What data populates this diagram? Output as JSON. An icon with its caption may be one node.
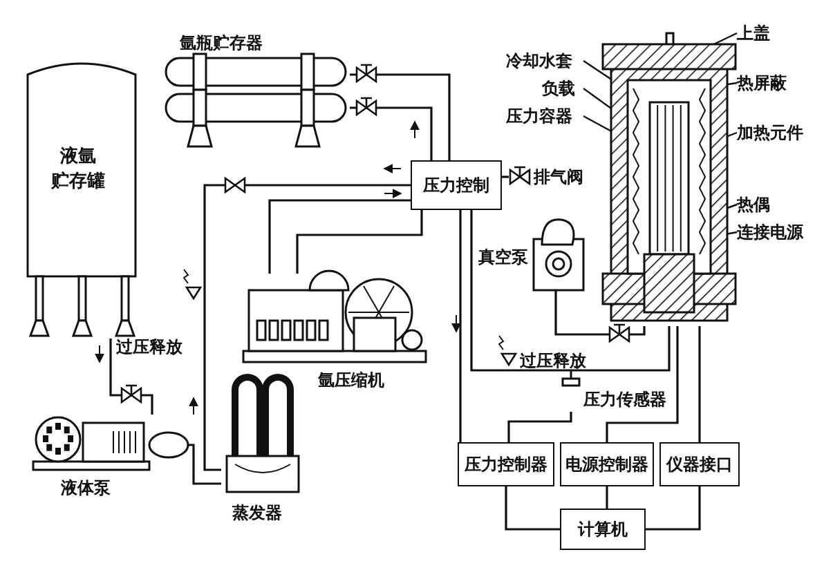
{
  "diagram": {
    "nodes": [
      {
        "text": [
          "液氩贮存罐"
        ]
      },
      {
        "text": [
          "氩瓶贮存器"
        ]
      },
      {
        "text": [
          "压力控制"
        ]
      },
      {
        "text": [
          "排气阀"
        ]
      },
      {
        "text": [
          "氩压缩机"
        ]
      },
      {
        "text": [
          "过压释放"
        ]
      },
      {
        "text": [
          "液体泵"
        ]
      },
      {
        "text": [
          "蒸发器"
        ]
      },
      {
        "text": [],
        "shape": "picture"
      },
      {
        "text": [
          "真空泵"
        ]
      },
      {
        "text": [
          "过压释放"
        ]
      },
      {
        "text": [
          "压力传感器"
        ]
      },
      {
        "text": [
          "压力控制器"
        ]
      },
      {
        "text": [
          "电源控制器"
        ]
      },
      {
        "text": [
          "仪器接口"
        ]
      },
      {
        "text": [
          "计算机"
        ]
      },
      {
        "text": [
          "上盖"
        ]
      },
      {
        "text": [
          "冷却水套"
        ]
      },
      {
        "text": [
          "热屏蔽"
        ]
      },
      {
        "text": [
          "负载"
        ]
      },
      {
        "text": [
          "压力容器"
        ]
      },
      {
        "text": [
          "加热元件"
        ]
      },
      {
        "text": [
          "热偶"
        ]
      },
      {
        "text": [
          "连接电源"
        ]
      }
    ],
    "edges": [
      {
        "from": 0,
        "to": 6,
        "arrow": "none"
      },
      {
        "from": 6,
        "to": 7,
        "arrow": "none"
      },
      {
        "from": 7,
        "to": 2,
        "arrow": "none"
      },
      {
        "from": 1,
        "to": 2,
        "arrow": "none"
      },
      {
        "from": 1,
        "to": 2,
        "arrow": "none"
      },
      {
        "from": 2,
        "to": 3,
        "arrow": "none"
      },
      {
        "from": 4,
        "to": 2,
        "arrow": "none"
      },
      {
        "from": 4,
        "to": 2,
        "arrow": "none"
      },
      {
        "from": 2,
        "to": 12,
        "arrow": "none"
      },
      {
        "from": 2,
        "to": 8,
        "arrow": "none"
      },
      {
        "from": 9,
        "to": 8,
        "arrow": "none"
      },
      {
        "from": 11,
        "to": 12,
        "arrow": "none"
      },
      {
        "from": 8,
        "to": 13,
        "arrow": "none"
      },
      {
        "from": 8,
        "to": 14,
        "arrow": "none"
      },
      {
        "from": 12,
        "to": 15,
        "arrow": "none"
      },
      {
        "from": 13,
        "to": 15,
        "arrow": "none"
      },
      {
        "from": 14,
        "to": 15,
        "arrow": "none"
      },
      {
        "from": 16,
        "to": 8,
        "arrow": "none"
      },
      {
        "from": 17,
        "to": 8,
        "arrow": "none"
      },
      {
        "from": 18,
        "to": 8,
        "arrow": "none"
      },
      {
        "from": 19,
        "to": 8,
        "arrow": "none"
      },
      {
        "from": 20,
        "to": 8,
        "arrow": "none"
      },
      {
        "from": 21,
        "to": 8,
        "arrow": "none"
      },
      {
        "from": 22,
        "to": 8,
        "arrow": "none"
      },
      {
        "from": 23,
        "to": 8,
        "arrow": "none"
      }
    ]
  }
}
